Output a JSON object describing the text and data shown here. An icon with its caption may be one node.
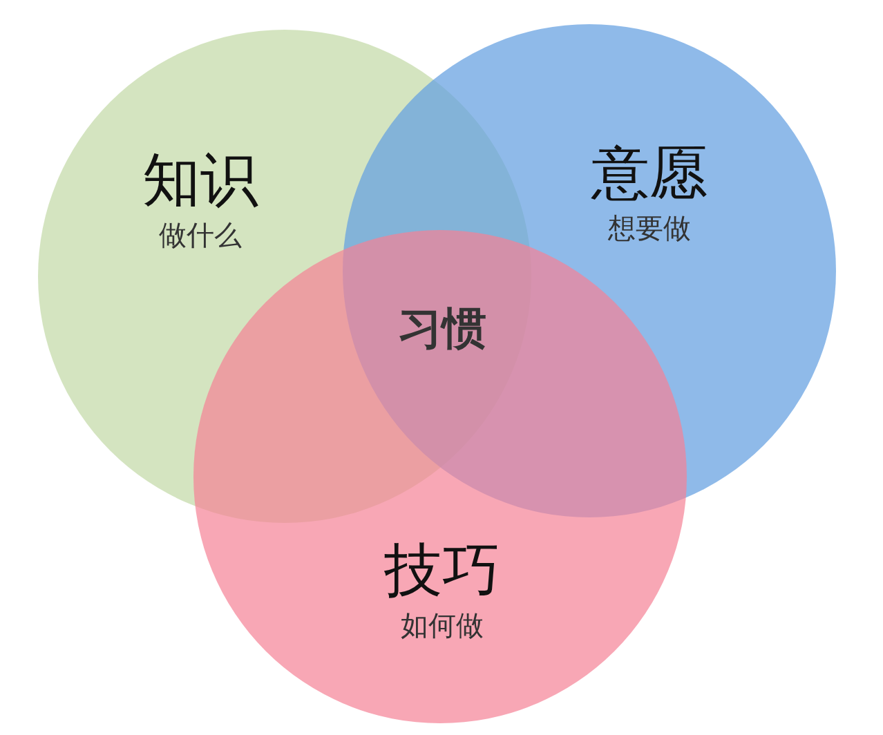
{
  "diagram": {
    "nodes": [
      {
        "text": [
          "知识",
          "做什么"
        ]
      },
      {
        "text": [
          "意愿",
          "想要做"
        ]
      },
      {
        "text": [
          "技巧",
          "如何做"
        ]
      }
    ],
    "labels": [
      "习惯"
    ]
  }
}
